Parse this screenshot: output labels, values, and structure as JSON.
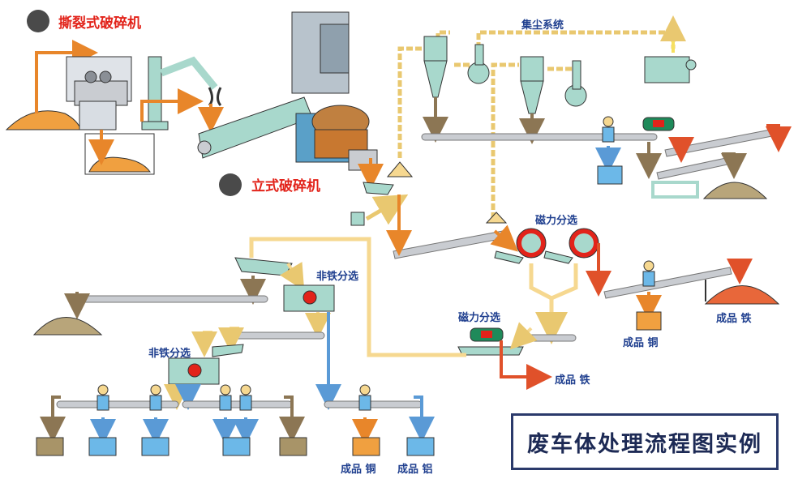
{
  "labels": {
    "tear_crusher": "撕裂式破碎机",
    "vertical_crusher": "立式破碎机",
    "dust_system": "集尘系统",
    "magnetic_1": "磁力分选",
    "magnetic_2": "磁力分选",
    "nonferrous_1": "非铁分选",
    "nonferrous_2": "非铁分选",
    "iron_product_right": "成品  铁",
    "copper_product_right": "成品  铜",
    "iron_product_mid": "成品  铁",
    "copper_product_bottom": "成品  铜",
    "aluminum_product_bottom": "成品  铝",
    "diagram_title": "废车体处理流程图实例"
  },
  "colors": {
    "orange_material": "#f0a040",
    "teal_machine": "#a8d8cc",
    "conveyor_gray": "#c9ccd1",
    "stream_tan": "#f6d890",
    "blue_bin": "#6cb8e8",
    "brown_bin": "#a89468",
    "iron_pile": "#e8673a",
    "sand_pile": "#b8a57a",
    "title_border": "#2b3a6b"
  }
}
